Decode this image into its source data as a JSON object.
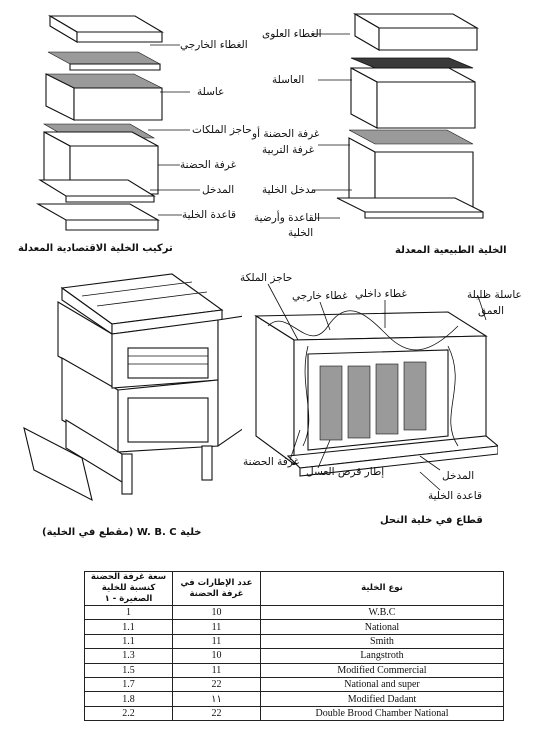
{
  "figure_top_left": {
    "caption": "تركيب الخلية الاقتصادية المعدلة",
    "labels": [
      "الغطاء الخارجي",
      "عاسلة",
      "حاجز الملكات",
      "غرفة الحضنة",
      "المدخل",
      "قاعدة الخلية"
    ]
  },
  "figure_top_right": {
    "caption": "الخلية الطبيعية المعدلة",
    "labels": [
      "الغطاء العلوى",
      "العاسلة",
      "غرفة الحضنة أو",
      "غرفة التربية",
      "مدخل الخلية",
      "القاعدة وأرضية",
      "الخلية"
    ]
  },
  "figure_bottom_left": {
    "caption": "خلية W. B. C  (مقطع في الخلية)"
  },
  "figure_bottom_right": {
    "caption": "قطاع في خلية النحل",
    "labels": {
      "queen_excluder": "حاجز الملكة",
      "outer_cover": "غطاء خارجي",
      "inner_cover": "غطاء داخلي",
      "shallow_super": "عاسلة ظليلة",
      "depth": "العمق",
      "brood_chamber": "غرفة الحضنة",
      "comb_frame": "إطار قرص العسل",
      "entrance": "المدخل",
      "hive_base": "قاعدة الخلية"
    }
  },
  "table": {
    "headers": {
      "type": "نوع الخلية",
      "frames": "عدد الإطارات في غرفة الحضنة",
      "capacity": "سعة غرفة الحضنة كنسبة للخلية الصغيرة - ١"
    },
    "rows": [
      {
        "type": "W.B.C",
        "frames": "10",
        "capacity": "1"
      },
      {
        "type": "National",
        "frames": "11",
        "capacity": "1.1"
      },
      {
        "type": "Smith",
        "frames": "11",
        "capacity": "1.1"
      },
      {
        "type": "Langstroth",
        "frames": "10",
        "capacity": "1.3"
      },
      {
        "type": "Modified Commercial",
        "frames": "11",
        "capacity": "1.5"
      },
      {
        "type": "National and super",
        "frames": "22",
        "capacity": "1.7"
      },
      {
        "type": "Modified Dadant",
        "frames": "١١",
        "capacity": "1.8"
      },
      {
        "type": "Double Brood Chamber National",
        "frames": "22",
        "capacity": "2.2"
      }
    ]
  }
}
